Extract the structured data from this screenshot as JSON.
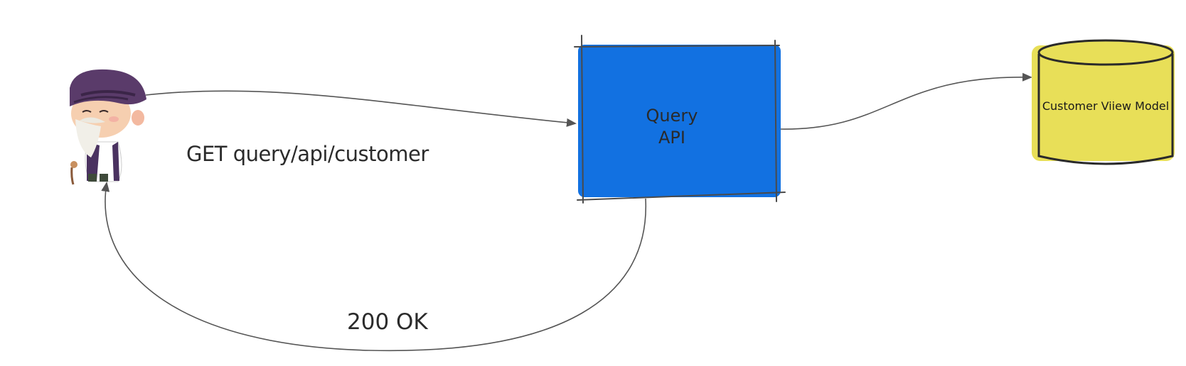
{
  "colors": {
    "query_api_fill": "#1271e1",
    "database_fill": "#e8df58",
    "stroke": "#444444",
    "connector": "#555555",
    "user_hat": "#5a3b6a",
    "user_skin": "#f6cfb0"
  },
  "nodes": {
    "user": {
      "icon": "old-man-avatar-icon"
    },
    "query_api": {
      "line1": "Query",
      "line2": "API"
    },
    "database": {
      "label": "Customer Viiew Model",
      "shape": "cylinder"
    }
  },
  "edges": {
    "request": {
      "label": "GET query/api/customer"
    },
    "response": {
      "label": "200 OK"
    },
    "read_model": {
      "label": ""
    }
  }
}
